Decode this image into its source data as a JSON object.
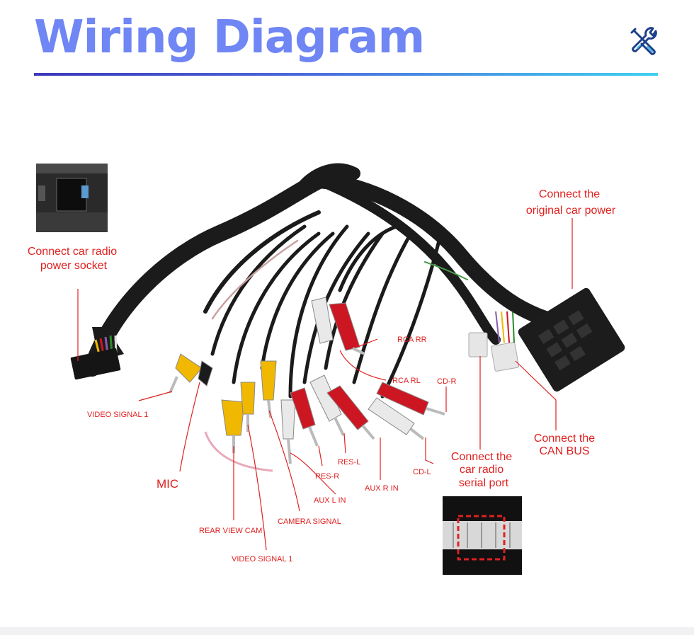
{
  "header": {
    "title": "Wiring Diagram",
    "icon": "tools-icon",
    "title_color": "#6f86f4",
    "rule_gradient": [
      "#3c39b9",
      "#3fd0f0"
    ]
  },
  "labels": {
    "car_radio_power_socket": [
      "Connect car radio",
      "power socket"
    ],
    "original_car_power": [
      "Connect the",
      "original car power"
    ],
    "can_bus": [
      "Connect the",
      "CAN BUS"
    ],
    "serial_port": [
      "Connect the",
      "car radio",
      "serial port"
    ],
    "video_signal_1_left": "VIDEO SIGNAL 1",
    "mic": "MIC",
    "rear_view_cam": "REAR VIEW CAM",
    "video_signal_1_bottom": "VIDEO SIGNAL 1",
    "camera_signal": "CAMERA SIGNAL",
    "aux_l_in": "AUX L IN",
    "res_r": "RES-R",
    "res_l": "RES-L",
    "aux_r_in": "AUX R IN",
    "rca_rr": "RCA RR",
    "rca_rl": "RCA RL",
    "cd_r": "CD-R",
    "cd_l": "CD-L"
  },
  "colors": {
    "label_red": "#e02020",
    "cable_black": "#1b1b1b",
    "rca_yellow": "#f0b800",
    "rca_red": "#cc1622",
    "rca_white": "#e9e9e9"
  }
}
